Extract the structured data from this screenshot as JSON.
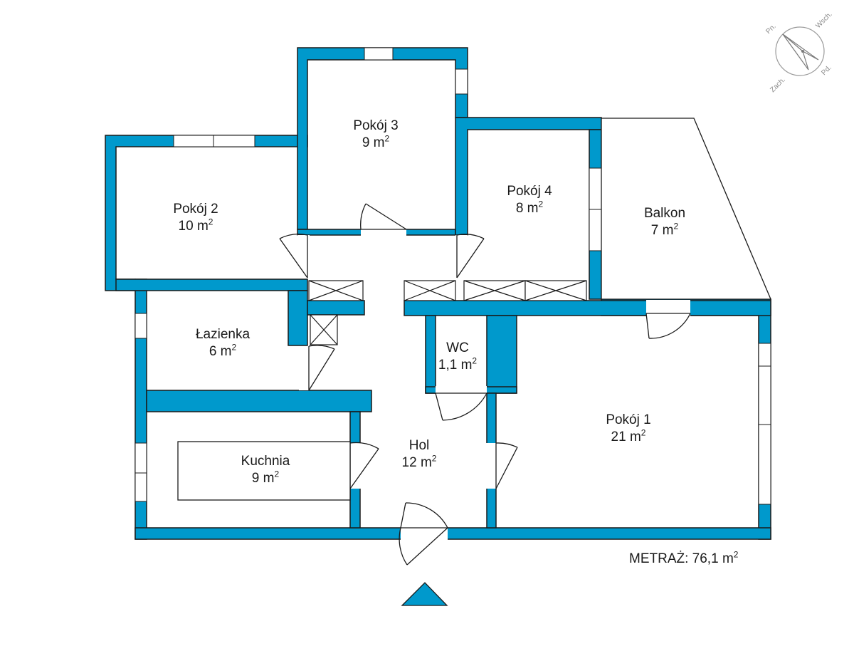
{
  "rooms": [
    {
      "id": "pokoj-3",
      "name": "Pokój 3",
      "area": "9",
      "unit": "m",
      "exp": "2"
    },
    {
      "id": "pokoj-2",
      "name": "Pokój 2",
      "area": "10",
      "unit": "m",
      "exp": "2"
    },
    {
      "id": "pokoj-4",
      "name": "Pokój 4",
      "area": "8",
      "unit": "m",
      "exp": "2"
    },
    {
      "id": "balkon",
      "name": "Balkon",
      "area": "7",
      "unit": "m",
      "exp": "2"
    },
    {
      "id": "lazienka",
      "name": "Łazienka",
      "area": "6",
      "unit": "m",
      "exp": "2"
    },
    {
      "id": "wc",
      "name": "WC",
      "area": "1,1",
      "unit": "m",
      "exp": "2"
    },
    {
      "id": "pokoj-1",
      "name": "Pokój 1",
      "area": "21",
      "unit": "m",
      "exp": "2"
    },
    {
      "id": "kuchnia",
      "name": "Kuchnia",
      "area": "9",
      "unit": "m",
      "exp": "2"
    },
    {
      "id": "hol",
      "name": "Hol",
      "area": "12",
      "unit": "m",
      "exp": "2"
    }
  ],
  "total": {
    "label": "METRAŻ: 76,1",
    "unit": "m",
    "exp": "2"
  },
  "compass": {
    "north": "Pn.",
    "east": "Wsch.",
    "south": "Pd.",
    "west": "Zach."
  },
  "colors": {
    "wall": "#0099cc",
    "line": "#1a1a1a",
    "background": "#ffffff"
  },
  "entrance_icon": "entrance-arrow-icon"
}
